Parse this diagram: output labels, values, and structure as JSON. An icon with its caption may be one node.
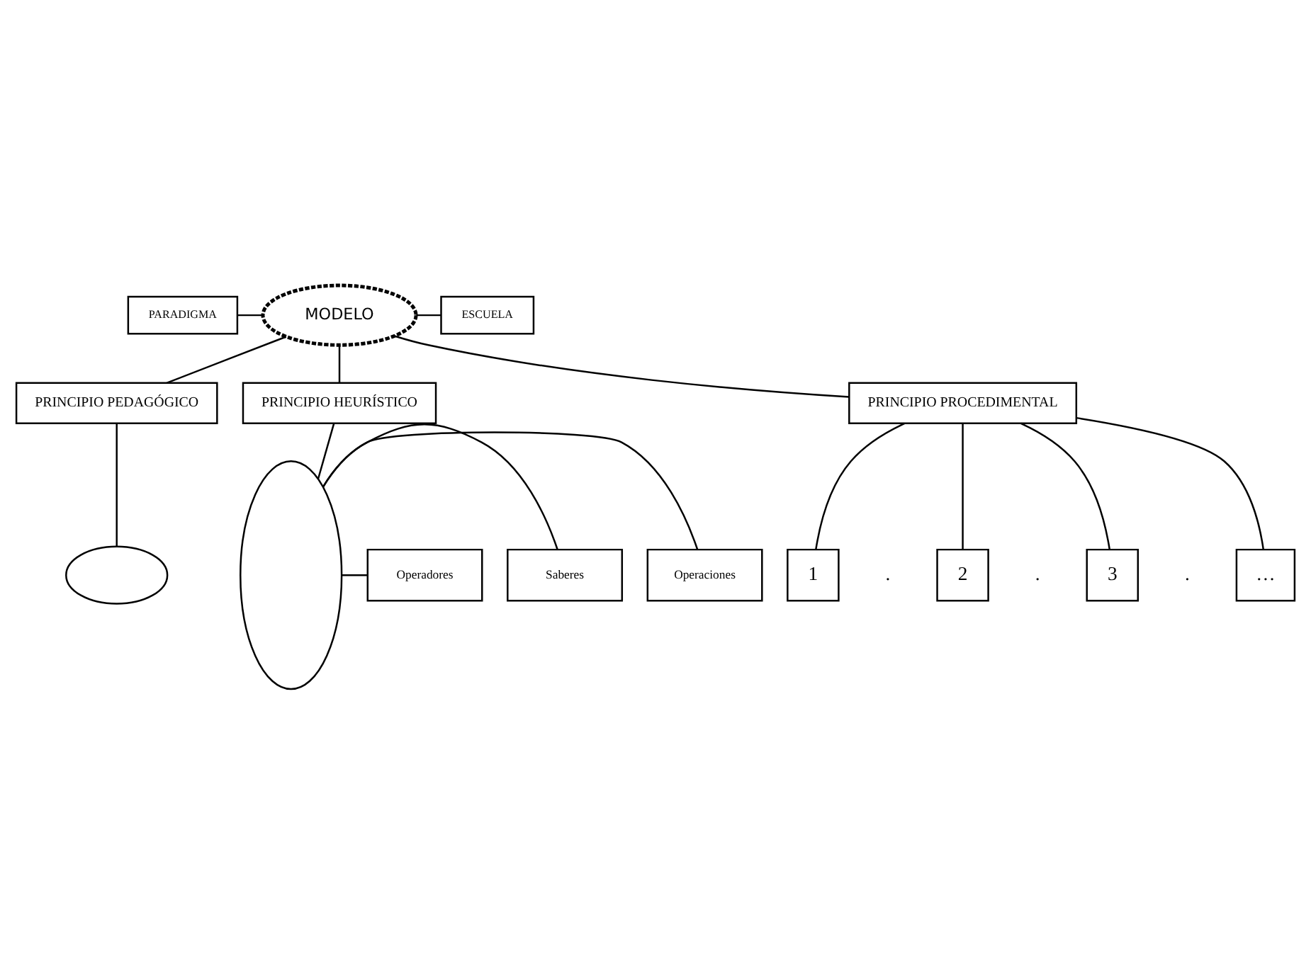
{
  "diagram": {
    "nodes": [
      {
        "text": [
          "PARADIGMA"
        ]
      },
      {
        "text": [
          "MODELO"
        ]
      },
      {
        "text": [
          "ESCUELA"
        ]
      },
      {
        "text": [
          "PRINCIPIO PEDAGÓGICO"
        ]
      },
      {
        "text": [
          "PRINCIPIO HEURÍSTICO"
        ]
      },
      {
        "text": [
          "PRINCIPIO PROCEDIMENTAL"
        ]
      },
      {
        "text": [],
        "shape": "ellipse"
      },
      {
        "text": [],
        "shape": "ellipse"
      },
      {
        "text": [
          "1"
        ],
        "beside": [
          "."
        ]
      },
      {
        "text": [
          "2"
        ],
        "beside": [
          "."
        ]
      },
      {
        "text": [
          "3"
        ],
        "beside": [
          "."
        ]
      },
      {
        "text": [
          "…"
        ]
      },
      {
        "text": [
          "Operaciones"
        ]
      },
      {
        "text": [
          "Saberes"
        ]
      },
      {
        "text": [
          "Operadores"
        ]
      }
    ],
    "edges": [
      {
        "from": 0,
        "to": 1,
        "arrow": "none"
      },
      {
        "from": 1,
        "to": 2,
        "arrow": "none"
      },
      {
        "from": 1,
        "to": 3,
        "arrow": "none"
      },
      {
        "from": 1,
        "to": 4,
        "arrow": "none"
      },
      {
        "from": 1,
        "to": 5,
        "arrow": "none"
      },
      {
        "from": 3,
        "to": 6,
        "arrow": "none"
      },
      {
        "from": 4,
        "to": 7,
        "arrow": "none"
      },
      {
        "from": 5,
        "to": 8,
        "arrow": "none"
      },
      {
        "from": 5,
        "to": 9,
        "arrow": "none"
      },
      {
        "from": 5,
        "to": 10,
        "arrow": "none"
      },
      {
        "from": 5,
        "to": 11,
        "arrow": "none"
      },
      {
        "from": 7,
        "to": 12,
        "arrow": "none"
      },
      {
        "from": 7,
        "to": 13,
        "arrow": "none"
      },
      {
        "from": 7,
        "to": 14,
        "arrow": "none"
      }
    ]
  }
}
